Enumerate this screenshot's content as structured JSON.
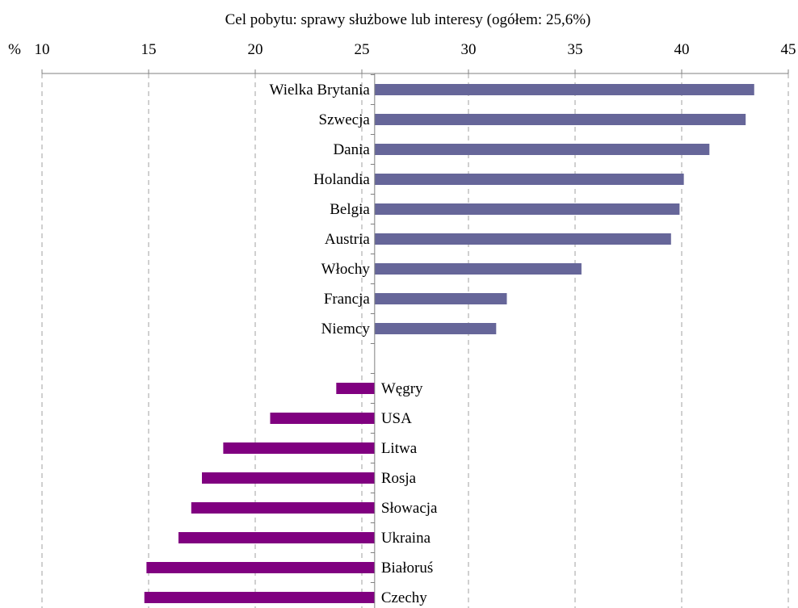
{
  "chart_data": {
    "type": "bar",
    "orientation": "horizontal",
    "title": "Cel pobytu: sprawy służbowe lub interesy (ogółem: 25,6%)",
    "unit_label": "%",
    "xlabel": "",
    "ylabel": "",
    "xlim": [
      10,
      45
    ],
    "baseline": 25.6,
    "x_ticks": [
      "10",
      "15",
      "20",
      "25",
      "30",
      "35",
      "40",
      "45"
    ],
    "grid": true,
    "colors": {
      "above": "#666699",
      "below": "#800080"
    },
    "categories": [
      "Wielka Brytania",
      "Szwecja",
      "Dania",
      "Holandia",
      "Belgia",
      "Austria",
      "Włochy",
      "Francja",
      "Niemcy",
      "",
      "Węgry",
      "USA",
      "Litwa",
      "Rosja",
      "Słowacja",
      "Ukraina",
      "Białoruś",
      "Czechy"
    ],
    "values": [
      43.4,
      43.0,
      41.3,
      40.1,
      39.9,
      39.5,
      35.3,
      31.8,
      31.3,
      null,
      23.8,
      20.7,
      18.5,
      17.5,
      17.0,
      16.4,
      14.9,
      14.8
    ]
  }
}
